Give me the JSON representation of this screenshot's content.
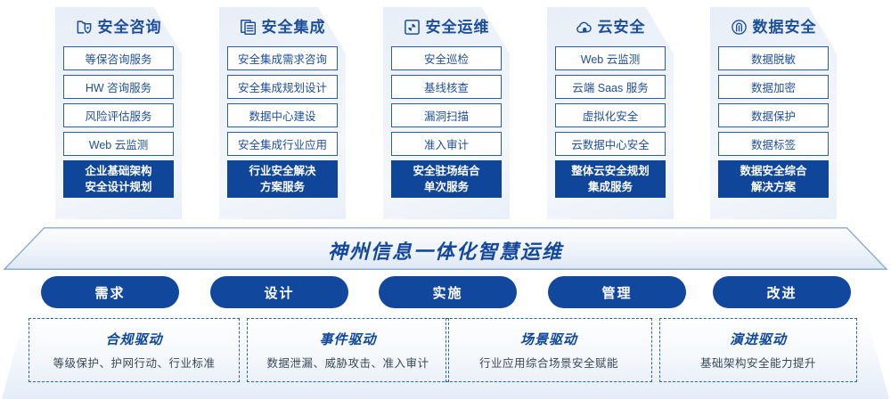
{
  "pillars": [
    {
      "icon": "folder-shield-icon",
      "title": "安全咨询",
      "services": [
        "等保咨询服务",
        "HW 咨询服务",
        "风险评估服务",
        "Web 云监测"
      ],
      "summary": [
        "企业基础架构",
        "安全设计规划"
      ]
    },
    {
      "icon": "documents-stack-icon",
      "title": "安全集成",
      "services": [
        "安全集成需求咨询",
        "安全集成规划设计",
        "数据中心建设",
        "安全集成行业应用"
      ],
      "summary": [
        "行业安全解决",
        "方案服务"
      ]
    },
    {
      "icon": "monitor-chart-icon",
      "title": "安全运维",
      "services": [
        "安全巡检",
        "基线核查",
        "漏洞扫描",
        "准入审计"
      ],
      "summary": [
        "安全驻场结合",
        "单次服务"
      ]
    },
    {
      "icon": "cloud-icon",
      "title": "云安全",
      "services": [
        "Web 云监测",
        "云端 Saas 服务",
        "虚拟化安全",
        "云数据中心安全"
      ],
      "summary": [
        "整体云安全规划",
        "集成服务"
      ]
    },
    {
      "icon": "fingerprint-icon",
      "title": "数据安全",
      "services": [
        "数据脱敏",
        "数据加密",
        "数据保护",
        "数据标签"
      ],
      "summary": [
        "数据安全综合",
        "解决方案"
      ]
    }
  ],
  "banner": {
    "title": "神州信息一体化智慧运维"
  },
  "process": {
    "steps": [
      "需求",
      "设计",
      "实施",
      "管理",
      "改进"
    ]
  },
  "drivers": [
    {
      "title": "合规驱动",
      "subtitle": "等级保护、护网行动、行业标准"
    },
    {
      "title": "事件驱动",
      "subtitle": "数据泄漏、威胁攻击、准入审计"
    },
    {
      "title": "场景驱动",
      "subtitle": "行业应用综合场景安全赋能"
    },
    {
      "title": "演进驱动",
      "subtitle": "基础架构安全能力提升"
    }
  ],
  "colors": {
    "brand_blue": "#10469a",
    "title_blue": "#14489c",
    "card_border": "#2b5ea8",
    "panel_bg": "#eef3fa"
  }
}
